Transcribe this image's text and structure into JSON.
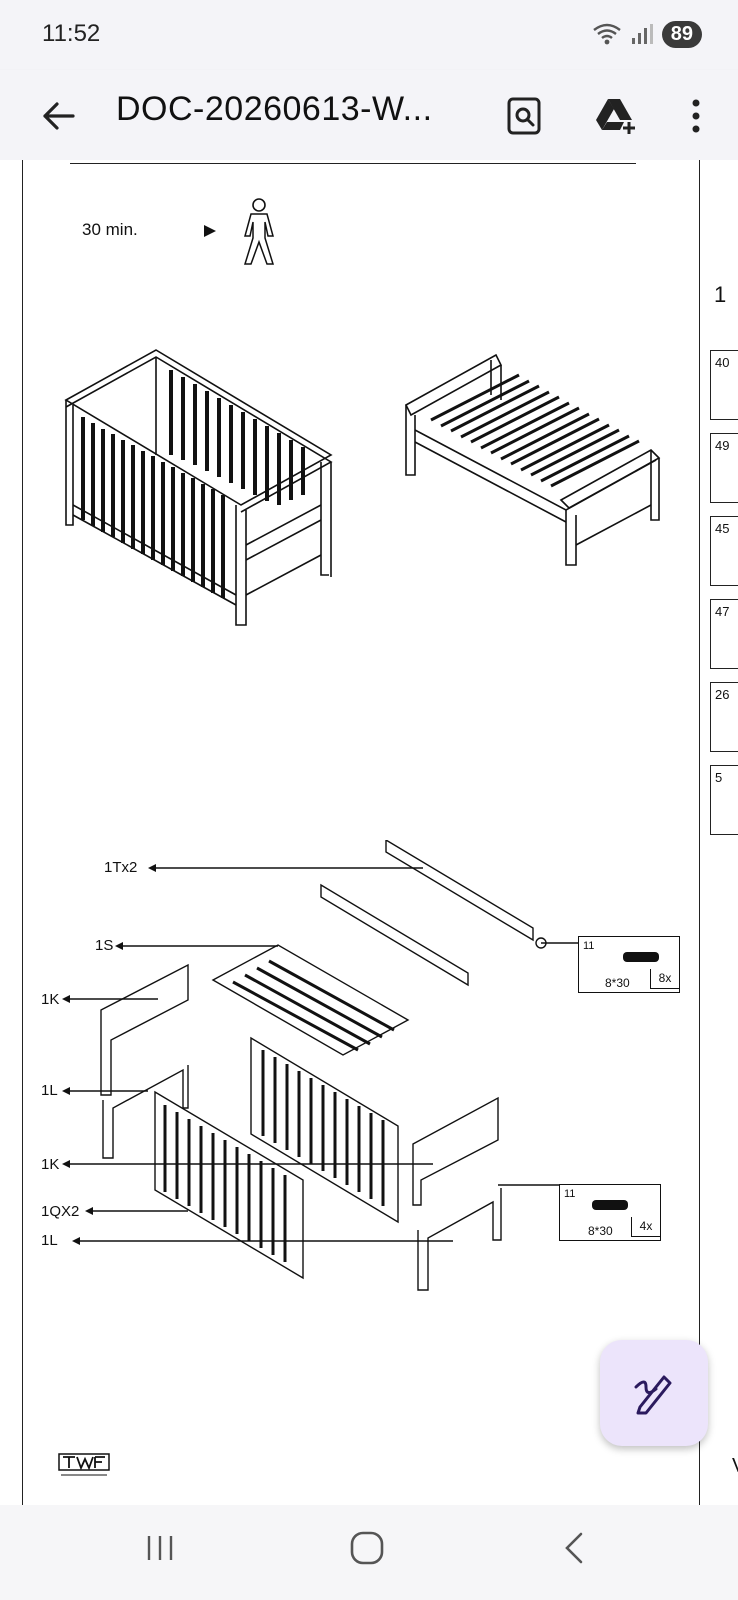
{
  "status_bar": {
    "time": "11:52",
    "battery": "89"
  },
  "app_bar": {
    "title": "DOC-20260613-W..."
  },
  "document": {
    "time_estimate": "30 min.",
    "parts": {
      "rail": "1Tx2",
      "slats": "1S",
      "end_upper_left": "1K",
      "leg_left": "1L",
      "end_upper_right": "1K",
      "side_panel": "1QX2",
      "leg_right": "1L"
    },
    "fittings": [
      {
        "number": "11",
        "size": "8*30",
        "quantity": "8x"
      },
      {
        "number": "11",
        "size": "8*30",
        "quantity": "4x"
      }
    ],
    "next_page": {
      "step_number": "1",
      "codes": [
        "40",
        "49",
        "45",
        "47",
        "26",
        "5"
      ],
      "bottom_letter": "V"
    }
  },
  "colors": {
    "accent_fab": "#ece4fb",
    "fab_icon": "#2b1a5e"
  }
}
